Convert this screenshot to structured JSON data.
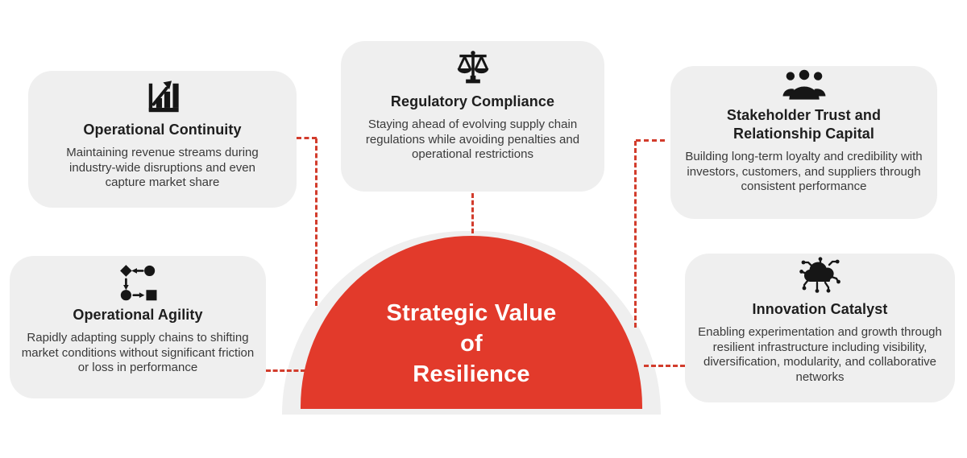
{
  "diagram": {
    "center": {
      "line1": "Strategic Value",
      "line2": "of",
      "line3": "Resilience"
    },
    "cards": [
      {
        "id": "operational-continuity",
        "icon": "bar-chart-growth-icon",
        "title": "Operational Continuity",
        "body": "Maintaining revenue streams during industry-wide disruptions and even capture market share",
        "position": "top-left"
      },
      {
        "id": "regulatory-compliance",
        "icon": "balance-scale-icon",
        "title": "Regulatory Compliance",
        "body": "Staying ahead of evolving supply chain regulations while avoiding penalties and operational restrictions",
        "position": "top-center"
      },
      {
        "id": "stakeholder-trust",
        "icon": "people-group-icon",
        "title": "Stakeholder Trust and Relationship Capital",
        "body": "Building long-term loyalty and credibility with investors, customers, and suppliers through consistent performance",
        "position": "top-right"
      },
      {
        "id": "operational-agility",
        "icon": "flowchart-icon",
        "title": "Operational Agility",
        "body": "Rapidly adapting supply chains to shifting market conditions without significant friction or loss in performance",
        "position": "bottom-left"
      },
      {
        "id": "innovation-catalyst",
        "icon": "cloud-network-icon",
        "title": "Innovation Catalyst",
        "body": "Enabling experimentation and growth through resilient infrastructure including visibility, diversification, modularity, and collaborative networks",
        "position": "bottom-right"
      }
    ],
    "colors": {
      "dome_red": "#e23a2b",
      "connector_red": "#d23c2c",
      "card_background": "#efefef",
      "halo_gray": "#efefef",
      "heading_text": "#1e1e1e",
      "body_text": "#3a3a3a",
      "icon_black": "#161616",
      "dome_text": "#ffffff",
      "page_background": "#ffffff"
    },
    "connector_style": "red dashed elbow lines linking each card to the central dome"
  }
}
